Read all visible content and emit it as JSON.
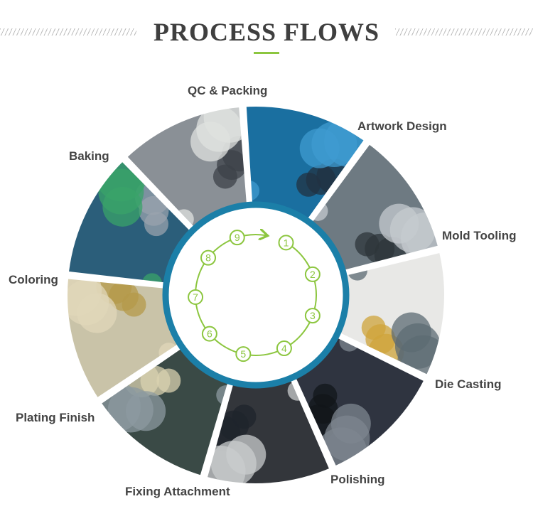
{
  "title": "PROCESS FLOWS",
  "colors": {
    "accent": "#8cc63f",
    "ring": "#1b7fa8",
    "title": "#3f3f3f",
    "label": "#444444"
  },
  "steps": [
    {
      "number": "1",
      "label": "Artwork Design"
    },
    {
      "number": "2",
      "label": "Mold Tooling"
    },
    {
      "number": "3",
      "label": "Die Casting"
    },
    {
      "number": "4",
      "label": "Polishing"
    },
    {
      "number": "5",
      "label": "Fixing Attachment"
    },
    {
      "number": "6",
      "label": "Plating Finish"
    },
    {
      "number": "7",
      "label": "Coloring"
    },
    {
      "number": "8",
      "label": "Baking"
    },
    {
      "number": "9",
      "label": "QC & Packing"
    }
  ]
}
